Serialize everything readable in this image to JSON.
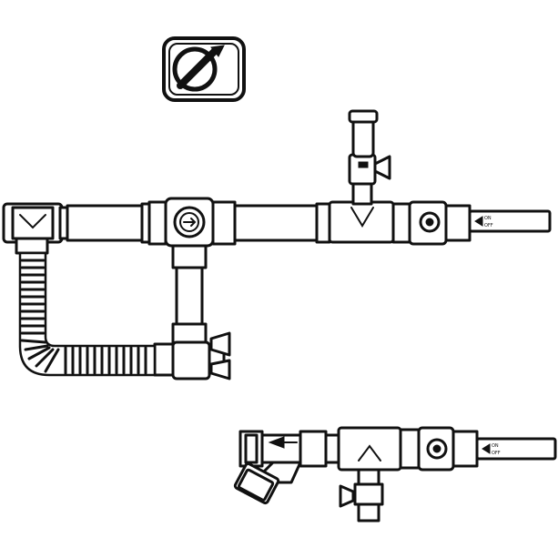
{
  "diagram": {
    "labels": {
      "valve_top_on": "ON",
      "valve_top_off": "OFF",
      "valve_bottom_on": "ON",
      "valve_bottom_off": "OFF"
    },
    "colors": {
      "stroke": "#111111",
      "fill": "#ffffff"
    },
    "icons": {
      "badge": "no-turn-symbol-icon",
      "flow_arrow": "arrow-left-icon"
    }
  }
}
